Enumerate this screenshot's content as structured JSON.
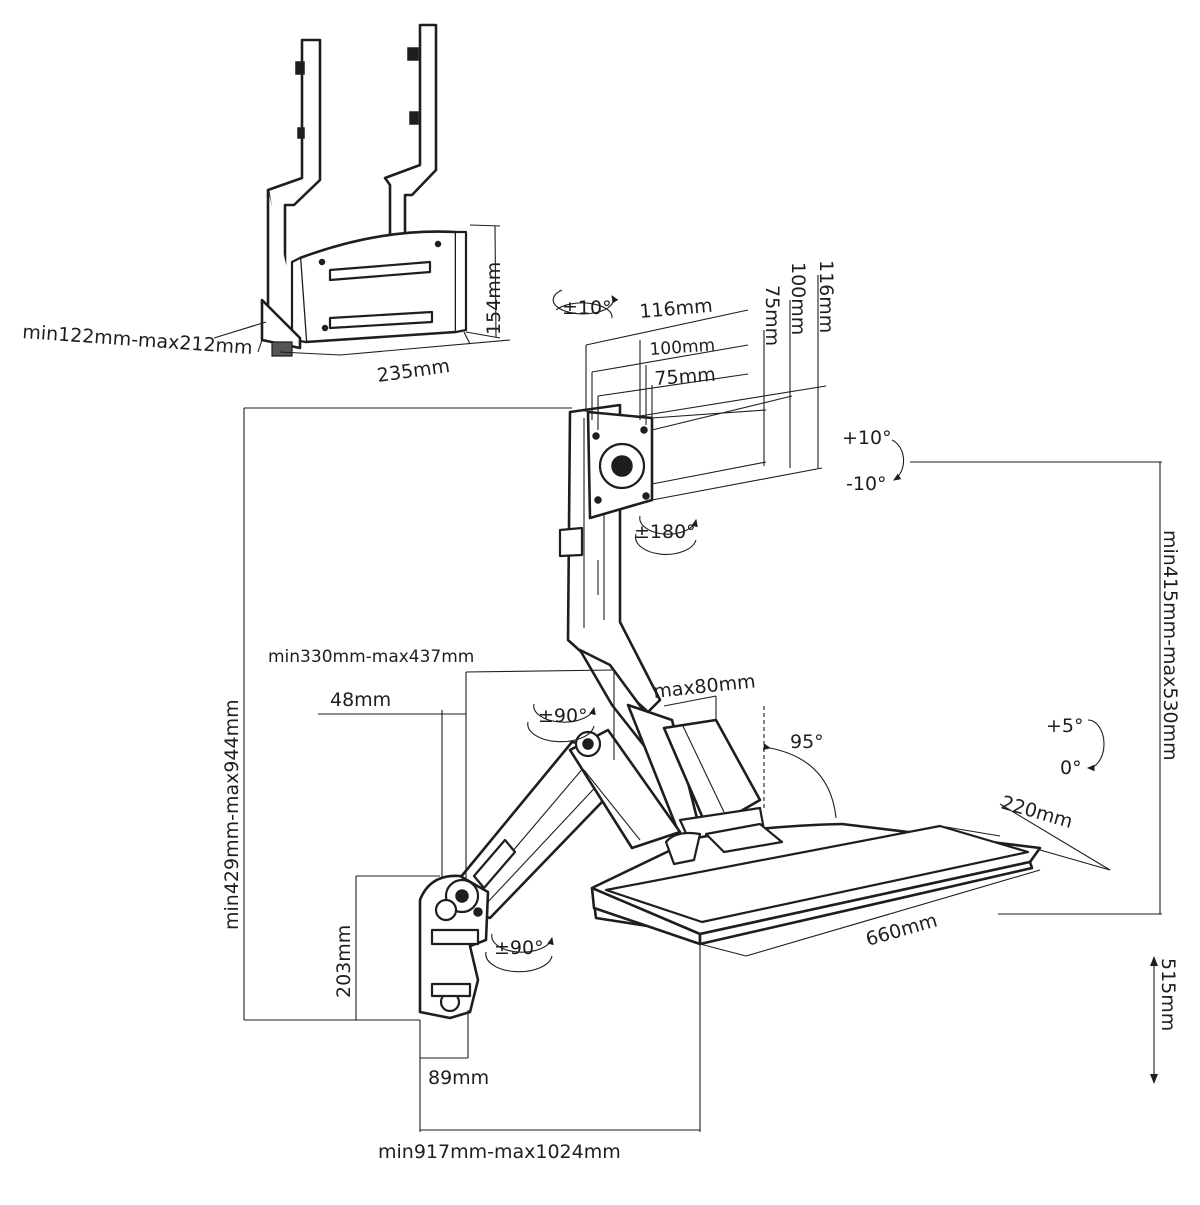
{
  "labels": {
    "cpu_width_range": "min122mm-max212mm",
    "cpu_depth": "235mm",
    "cpu_height": "154mm",
    "tilt_top": "±10°",
    "vesa_116": "116mm",
    "vesa_100": "100mm",
    "vesa_75": "75mm",
    "vesa_75_v": "75mm",
    "vesa_100_v": "100mm",
    "vesa_116_v": "116mm",
    "plus10": "+10°",
    "minus10": "-10°",
    "rotate180": "±180°",
    "total_height": "min429mm-max944mm",
    "monitor_height": "min415mm-max530mm",
    "arm_reach": "min330mm-max437mm",
    "offset48": "48mm",
    "swivel90_top": "±90°",
    "max80": "max80mm",
    "angle95": "95°",
    "plus5": "+5°",
    "zero": "0°",
    "keyboard_depth": "220mm",
    "keyboard_width": "660mm",
    "wall_plate": "203mm",
    "swivel90_bottom": "±90°",
    "plate_width": "89mm",
    "keyboard_travel": "515mm",
    "total_reach": "min917mm-max1024mm"
  }
}
